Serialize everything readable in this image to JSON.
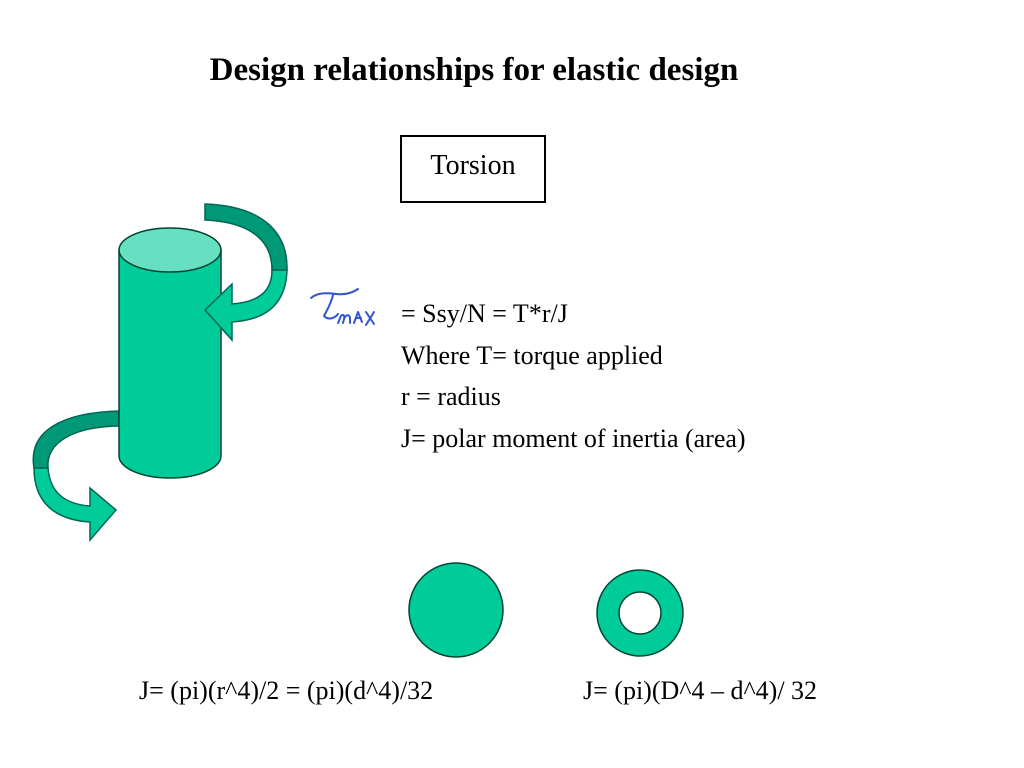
{
  "title": "Design relationships for elastic design",
  "box_label": "Torsion",
  "handwritten_symbol": "τmax",
  "equation_lines": [
    "= Ssy/N = T*r/J",
    "Where T= torque applied",
    "r = radius",
    "J= polar moment of inertia (area)"
  ],
  "formula_solid": "J= (pi)(r^4)/2 = (pi)(d^4)/32",
  "formula_hollow": "J= (pi)(D^4 – d^4)/ 32",
  "colors": {
    "shaft_body": "#00cc99",
    "shaft_top": "#66e0c0",
    "arrow_dark": "#009977",
    "arrow_light": "#00cc99",
    "handwriting": "#3355cc"
  }
}
